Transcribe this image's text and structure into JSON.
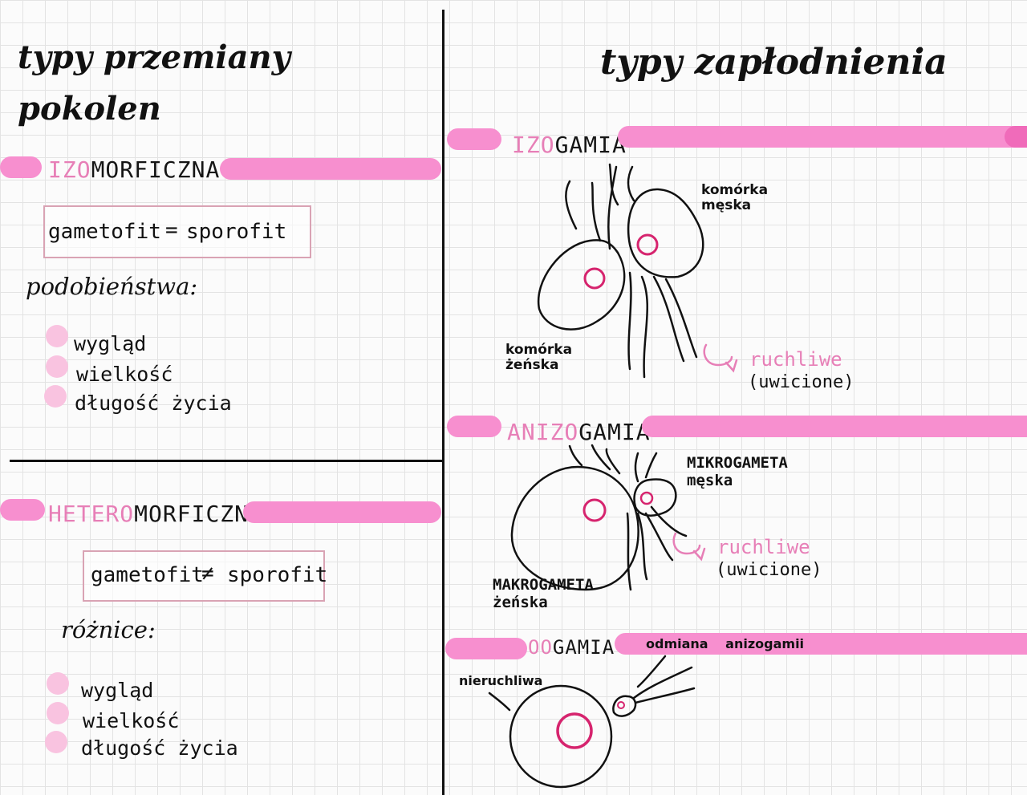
{
  "left": {
    "title_line1": "typy przemiany",
    "title_line2": "pokolen",
    "izo": {
      "heading_pink": "IZO",
      "heading_dark": "MORFICZNA",
      "box": {
        "left": "gametofit",
        "sign": "=",
        "right": "sporofit"
      },
      "label": "podobieństwa",
      "label_colon": ":",
      "items": [
        "wygląd",
        "wielkość",
        "długość życia"
      ]
    },
    "hetero": {
      "heading_pink": "HETERO",
      "heading_dark": "MORFICZNA",
      "box": {
        "left": "gametofit",
        "sign": "≠",
        "right": "sporofit"
      },
      "label": "różnice",
      "label_colon": ":",
      "items": [
        "wygląd",
        "wielkość",
        "długość życia"
      ]
    }
  },
  "right": {
    "title": "typy zapłodnienia",
    "izogamia": {
      "heading_pink": "IZO",
      "heading_dark": "GAMIA",
      "male_line1": "komórka",
      "male_line2": "męska",
      "female_line1": "komórka",
      "female_line2": "żeńska",
      "motile": "ruchliwe",
      "flagellated": "(uwicione)"
    },
    "anizogamia": {
      "heading_pink": "ANIZO",
      "heading_dark": "GAMIA",
      "micro_line1": "MIKROGAMETA",
      "micro_line2": "męska",
      "macro_line1": "MAKROGAMETA",
      "macro_line2": "żeńska",
      "motile": "ruchliwe",
      "flagellated": "(uwicione)"
    },
    "oogamia": {
      "heading_pink": "OO",
      "heading_dark": "GAMIA",
      "variant": "odmiana",
      "variant_of": "anizogamii",
      "immobile": "nieruchliwa"
    }
  },
  "colors": {
    "band": "#f78fcf",
    "accent_text": "#e77fb7",
    "nucleus": "#d6246e",
    "box_border": "#d9a3b4",
    "dot": "#f9c3e0"
  }
}
